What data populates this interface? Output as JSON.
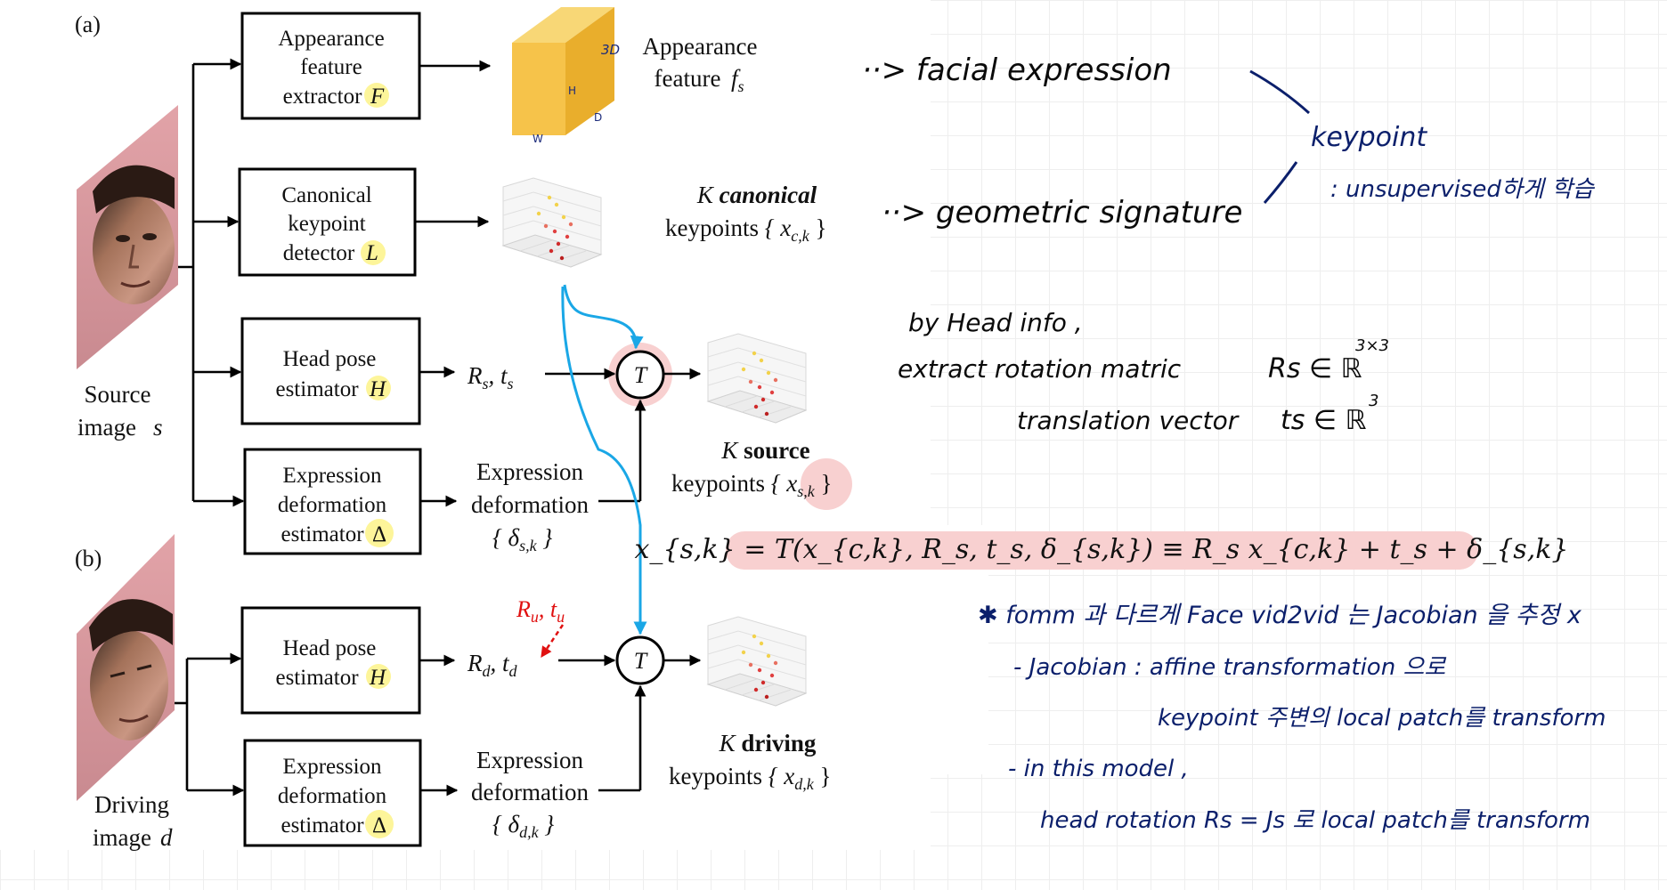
{
  "panels": {
    "a": "(a)",
    "b": "(b)"
  },
  "source": {
    "line1": "Source",
    "line2": "image",
    "var": "s"
  },
  "driving": {
    "line1": "Driving",
    "line2": "image",
    "var": "d"
  },
  "boxes": {
    "appearance": [
      "Appearance",
      "feature",
      "extractor",
      "F"
    ],
    "canonical": [
      "Canonical",
      "keypoint",
      "detector",
      "L"
    ],
    "headpose_a": [
      "Head pose",
      "estimator",
      "H"
    ],
    "expr_a": [
      "Expression",
      "deformation",
      "estimator",
      "Δ"
    ],
    "headpose_b": [
      "Head pose",
      "estimator",
      "H"
    ],
    "expr_b": [
      "Expression",
      "deformation",
      "estimator",
      "Δ"
    ]
  },
  "cube_labels": {
    "depth3": "3D",
    "h": "H",
    "d": "D",
    "w": "W"
  },
  "outputs": {
    "appearance": {
      "line1": "Appearance",
      "line2": "feature",
      "var": "f",
      "sub": "s"
    },
    "canonical": {
      "k": "K",
      "bold": "canonical",
      "line2": "keypoints",
      "set": "{ x",
      "sub": "c,k",
      "close": " }"
    },
    "rt_s": {
      "r": "R",
      "rs": "s",
      "t": ", t",
      "ts": "s"
    },
    "expr_s": {
      "line1": "Expression",
      "line2": "deformation",
      "set": "{ δ",
      "sub": "s,k",
      "close": " }"
    },
    "source_kp": {
      "k": "K",
      "bold": "source",
      "line2": "keypoints",
      "set": "{ x",
      "sub": "s,k",
      "close": " }"
    },
    "rt_u": {
      "r": "R",
      "rs": "u",
      "t": ", t",
      "ts": "u"
    },
    "rt_d": {
      "r": "R",
      "rs": "d",
      "t": ", t",
      "ts": "d"
    },
    "expr_d": {
      "line1": "Expression",
      "line2": "deformation",
      "set": "{ δ",
      "sub": "d,k",
      "close": " }"
    },
    "driving_kp": {
      "k": "K",
      "bold": "driving",
      "line2": "keypoints",
      "set": "{ x",
      "sub": "d,k",
      "close": " }"
    }
  },
  "transform_symbol": "T",
  "formula": "x_{s,k} = T(x_{c,k}, R_s, t_s, δ_{s,k}) ≡ R_s x_{c,k} + t_s + δ_{s,k}",
  "notes": {
    "facial": "··> facial expression",
    "geometric": "··> geometric signature",
    "keypoint": "keypoint",
    "unsupervised": ": unsupervised하게 학습",
    "by_head": "by Head info ,",
    "extract_rot": "extract rotation matric",
    "rot_sym": "Rs ∈ ℝ",
    "rot_sup": "3×3",
    "translation": "translation vector",
    "trans_sym": "ts ∈ ℝ",
    "trans_sup": "3",
    "fomm": "✱ fomm 과 다르게  Face vid2vid 는  Jacobian 을 추정 x",
    "jacobian": "- Jacobian :  affine transformation 으로",
    "keypoint_local": "keypoint 주변의  local patch를  transform",
    "in_this_model": "- in this model ,",
    "head_rotation": "head rotation  Rs = Js  로  local patch를  transform"
  },
  "colors": {
    "arrow_blue": "#1aa7e6",
    "pink": "#f8d0d0",
    "highlight": "#fdf59a",
    "ink": "#0b1f6b",
    "red": "#e01010",
    "cube": "#f6c34a"
  }
}
